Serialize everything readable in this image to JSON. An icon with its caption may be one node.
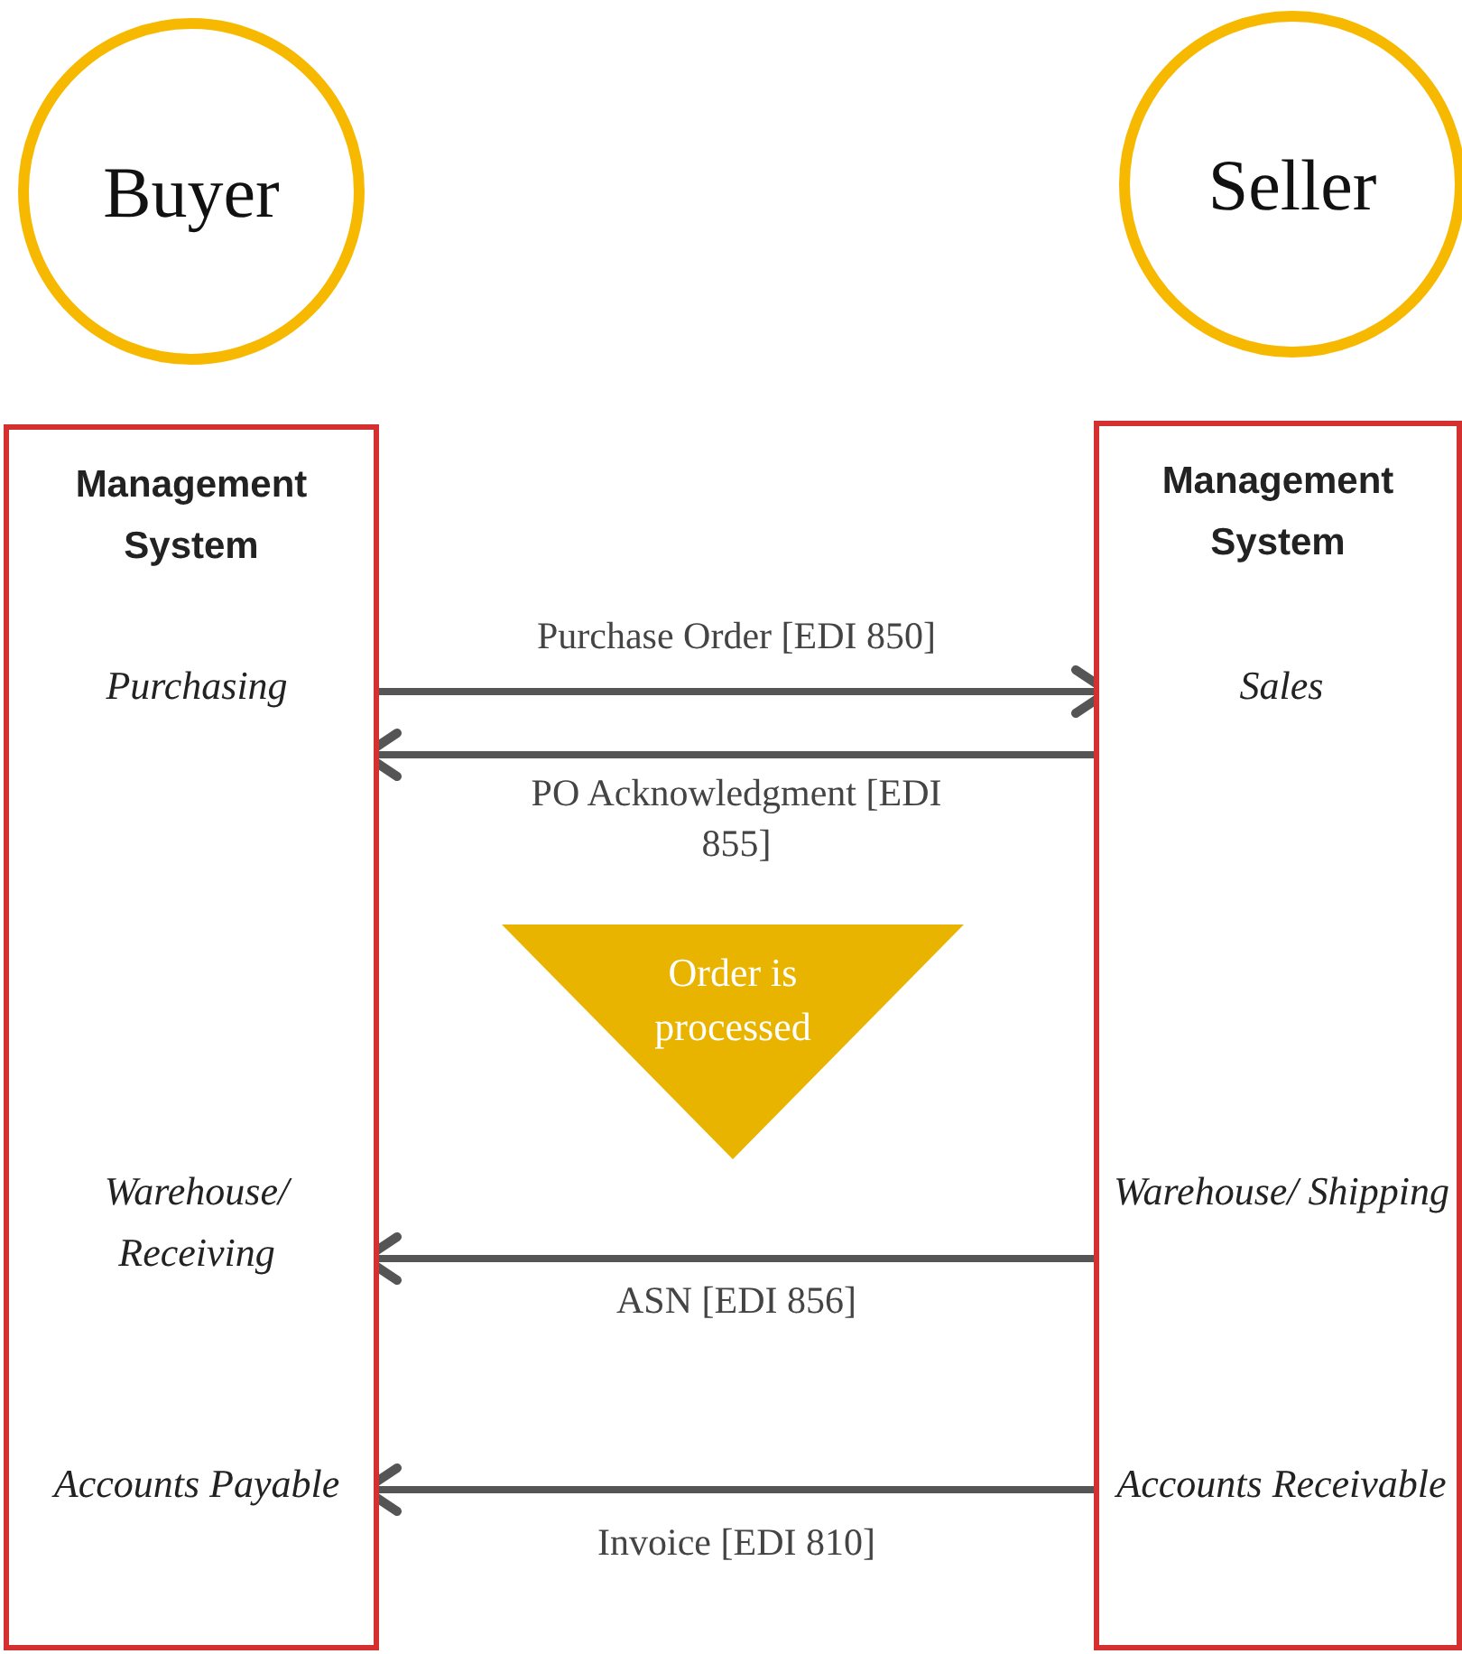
{
  "diagram": {
    "nodes": [
      {
        "text": [
          "Buyer"
        ]
      },
      {
        "text": [
          "Seller"
        ]
      },
      {
        "text": [
          "Management System"
        ]
      },
      {
        "text": [
          "Purchasing"
        ],
        "in": 2
      },
      {
        "text": [
          "Warehouse/ Receiving"
        ],
        "in": 2
      },
      {
        "text": [
          "Accounts Payable"
        ],
        "in": 2
      },
      {
        "text": [
          "Management System"
        ]
      },
      {
        "text": [
          "Sales"
        ],
        "in": 6
      },
      {
        "text": [
          "Warehouse/ Shipping"
        ],
        "in": 6
      },
      {
        "text": [
          "Accounts Receivable"
        ],
        "in": 6
      },
      {
        "text": [
          "Order is processed"
        ]
      }
    ],
    "edges": [
      {
        "from": 3,
        "to": 7,
        "arrow": "to",
        "label": "Purchase Order [EDI 850]"
      },
      {
        "from": 7,
        "to": 3,
        "arrow": "to",
        "label": "PO Acknowledgment [EDI 855]"
      },
      {
        "from": 8,
        "to": 4,
        "arrow": "to",
        "label": "ASN [EDI 856]"
      },
      {
        "from": 9,
        "to": 5,
        "arrow": "to",
        "label": "Invoice [EDI 810]"
      }
    ]
  }
}
